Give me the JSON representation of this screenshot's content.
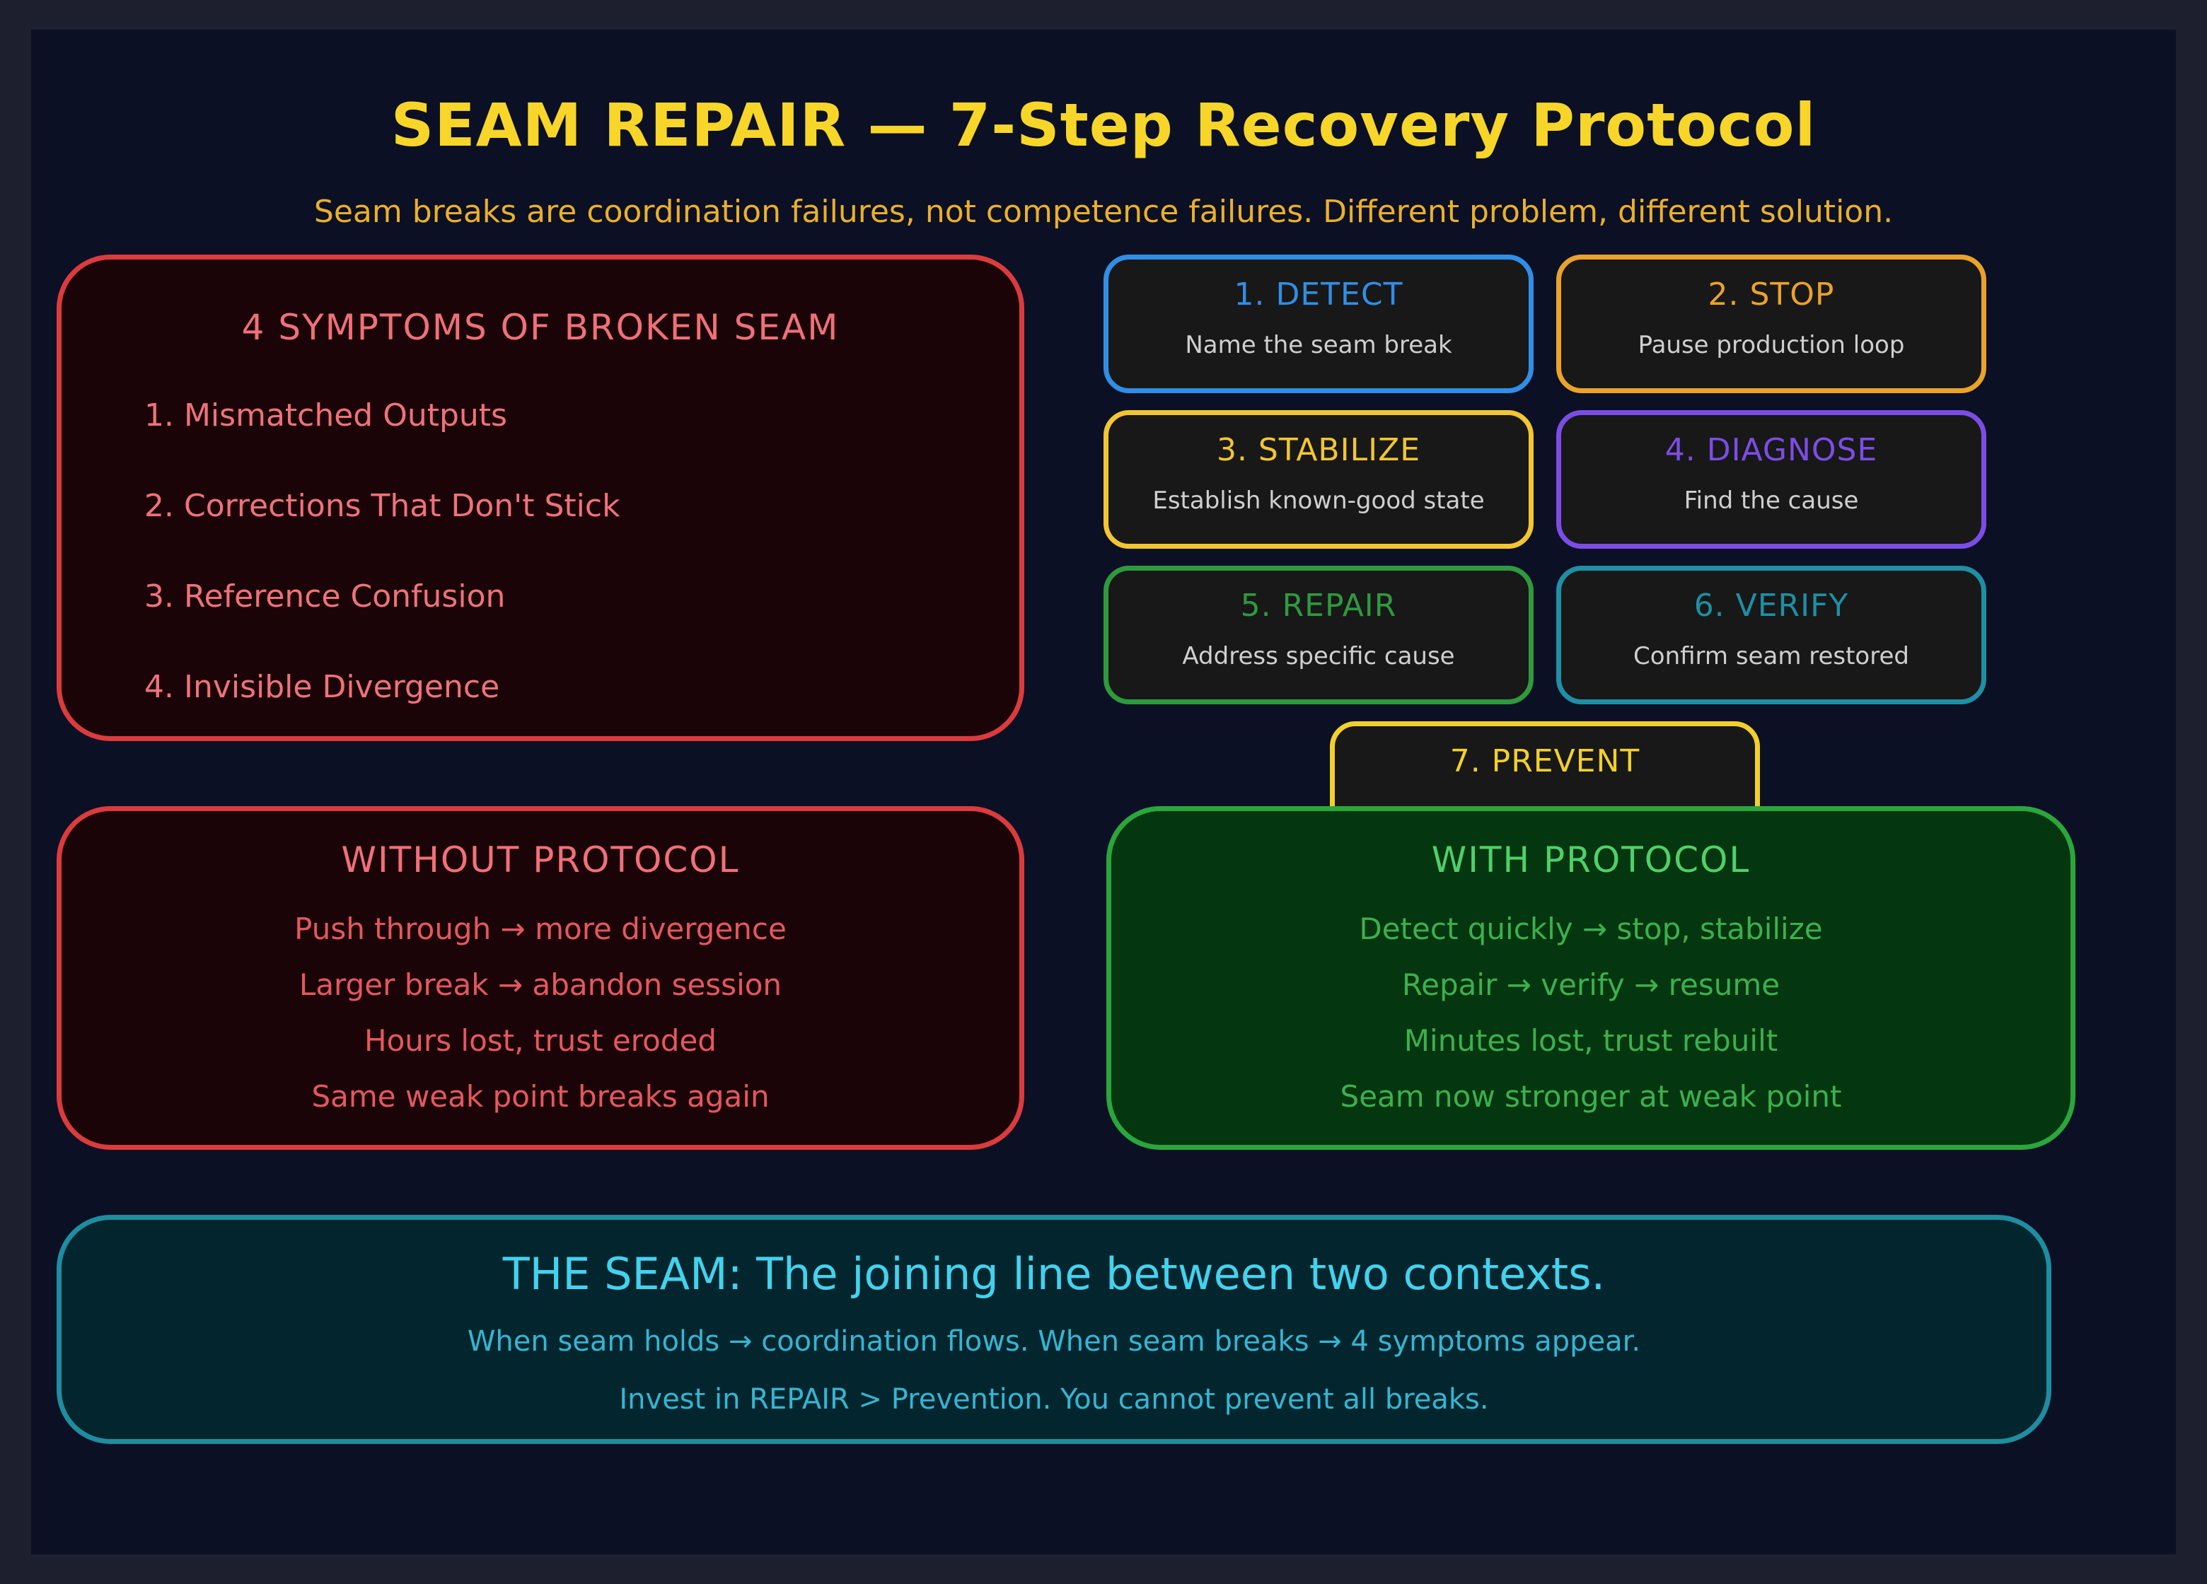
{
  "title": "SEAM REPAIR — 7-Step Recovery Protocol",
  "subtitle": "Seam breaks are coordination failures, not competence failures. Different problem, different solution.",
  "symptoms": {
    "title": "4 SYMPTOMS OF BROKEN SEAM",
    "items": [
      "1. Mismatched Outputs",
      "2. Corrections That Don't Stick",
      "3. Reference Confusion",
      "4. Invisible Divergence"
    ]
  },
  "steps": [
    {
      "title": "1. DETECT",
      "desc": "Name the seam break",
      "color": "#2f8fe6"
    },
    {
      "title": "2. STOP",
      "desc": "Pause production loop",
      "color": "#eaa32a"
    },
    {
      "title": "3. STABILIZE",
      "desc": "Establish known-good state",
      "color": "#f2c632"
    },
    {
      "title": "4. DIAGNOSE",
      "desc": "Find the cause",
      "color": "#7c4de6"
    },
    {
      "title": "5. REPAIR",
      "desc": "Address specific cause",
      "color": "#2e9a3e"
    },
    {
      "title": "6. VERIFY",
      "desc": "Confirm seam restored",
      "color": "#1f8fa4"
    },
    {
      "title": "7. PREVENT",
      "desc": "",
      "color": "#f2d02c"
    }
  ],
  "without": {
    "title": "WITHOUT PROTOCOL",
    "lines": [
      "Push through → more divergence",
      "Larger break → abandon session",
      "Hours lost, trust eroded",
      "Same weak point breaks again"
    ]
  },
  "with": {
    "title": "WITH PROTOCOL",
    "lines": [
      "Detect quickly → stop, stabilize",
      "Repair → verify → resume",
      "Minutes lost, trust rebuilt",
      "Seam now stronger at weak point"
    ]
  },
  "seam": {
    "title": "THE SEAM: The joining line between two contexts.",
    "line1": "When seam holds → coordination flows. When seam breaks → 4 symptoms appear.",
    "line2": "Invest in REPAIR > Prevention. You cannot prevent all breaks."
  },
  "colors": {
    "title": "#f7d629",
    "red": "#dc3b3d",
    "green": "#2aa63c",
    "teal": "#1f8da0"
  }
}
